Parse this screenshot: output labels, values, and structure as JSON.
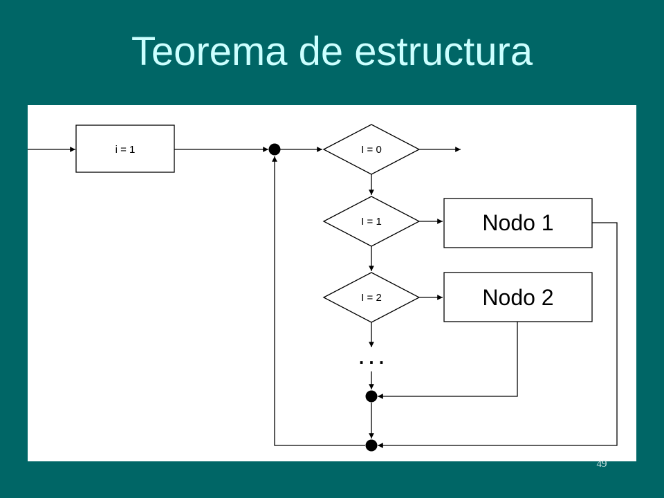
{
  "slide": {
    "title": "Teorema de estructura",
    "page_number": "49"
  },
  "diagram": {
    "init_box": "i = 1",
    "decision_0": "I = 0",
    "decision_1": "I = 1",
    "decision_2": "I = 2",
    "node_1": "Nodo 1",
    "node_2": "Nodo 2",
    "ellipsis": ". . ."
  },
  "colors": {
    "background": "#006666",
    "title": "#ccffff",
    "panel": "#ffffff",
    "ink": "#000000"
  }
}
